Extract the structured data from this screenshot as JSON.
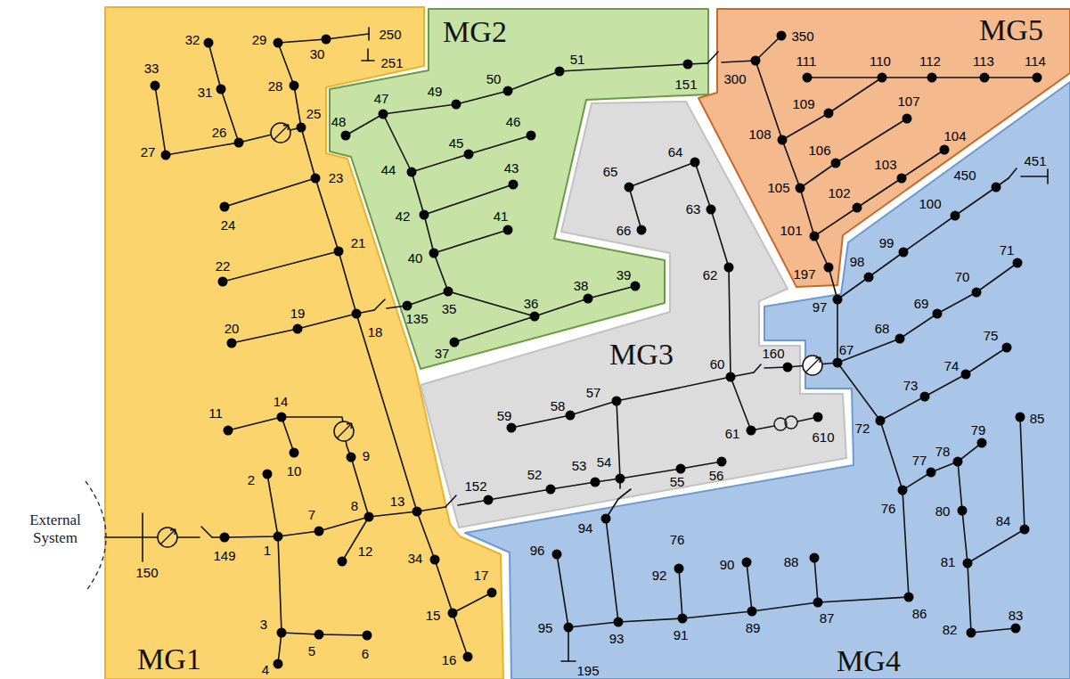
{
  "diagram": {
    "nodes": [
      {
        "text": [
          "MG1"
        ]
      },
      {
        "text": [
          "MG2"
        ]
      },
      {
        "text": [
          "MG3"
        ]
      },
      {
        "text": [
          "MG4"
        ]
      },
      {
        "text": [
          "MG5"
        ]
      }
    ],
    "labels": [
      "32",
      "29",
      "30",
      "250",
      "251",
      "33",
      "28",
      "31",
      "25",
      "26",
      "27",
      "23",
      "24",
      "21",
      "22",
      "19",
      "20",
      "18",
      "11",
      "14",
      "10",
      "9",
      "2",
      "13",
      "8",
      "7",
      "External System",
      "149",
      "1",
      "12",
      "34",
      "150",
      "17",
      "15",
      "3",
      "5",
      "6",
      "16",
      "4",
      "51",
      "151",
      "49",
      "50",
      "47",
      "48",
      "46",
      "45",
      "44",
      "43",
      "42",
      "41",
      "40",
      "39",
      "38",
      "36",
      "135",
      "35",
      "37",
      "64",
      "65",
      "63",
      "66",
      "62",
      "160",
      "60",
      "57",
      "58",
      "59",
      "61",
      "610",
      "54",
      "53",
      "52",
      "56",
      "152",
      "55",
      "94",
      "76",
      "96",
      "92",
      "90",
      "88",
      "95",
      "93",
      "91",
      "89",
      "87",
      "86",
      "195",
      "451",
      "450",
      "100",
      "99",
      "71",
      "98",
      "70",
      "97",
      "69",
      "68",
      "75",
      "67",
      "74",
      "73",
      "72",
      "85",
      "79",
      "78",
      "77",
      "76",
      "80",
      "84",
      "81",
      "83",
      "82",
      "350",
      "111",
      "110",
      "112",
      "113",
      "114",
      "300",
      "109",
      "107",
      "108",
      "104",
      "106",
      "103",
      "105",
      "102",
      "101",
      "197"
    ]
  }
}
